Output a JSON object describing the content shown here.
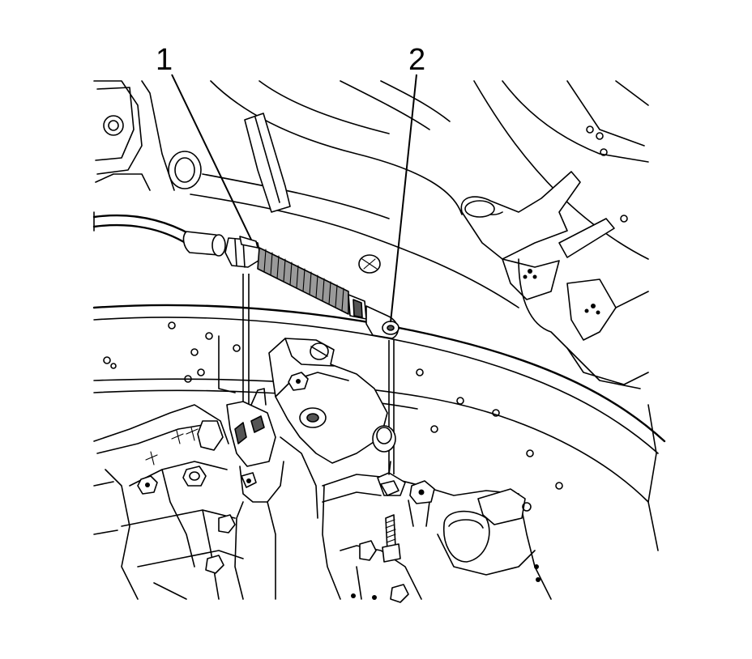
{
  "callouts": [
    {
      "label": "1",
      "part": "cable-end-clip"
    },
    {
      "label": "2",
      "part": "cable-eyelet"
    }
  ]
}
